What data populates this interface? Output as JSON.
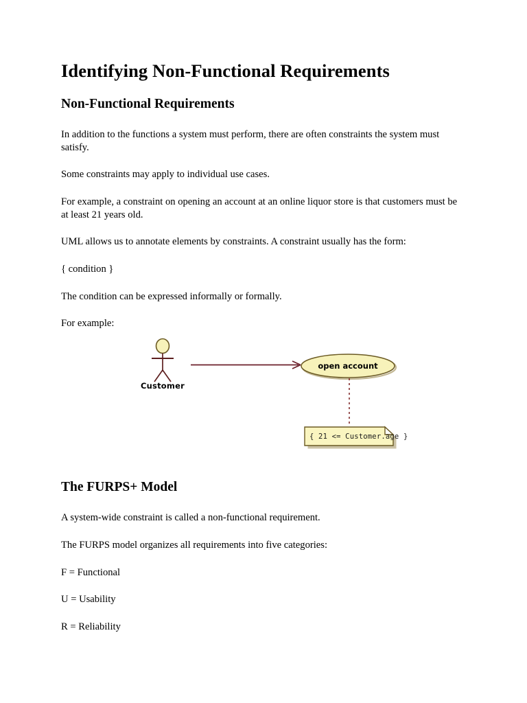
{
  "document": {
    "title": "Identifying Non-Functional Requirements",
    "sections": [
      {
        "heading": "Non-Functional Requirements",
        "paragraphs": [
          "In addition to the functions a system must perform, there are often constraints the system must satisfy.",
          "Some constraints may apply to individual use cases.",
          "For example, a constraint on opening an account at an online liquor store is that customers must be at least 21 years old.",
          "UML allows us to annotate elements by constraints. A constraint usually has the form:",
          "{ condition }",
          "The condition can be expressed informally or formally.",
          "For example:"
        ]
      },
      {
        "heading": "The FURPS+ Model",
        "paragraphs": [
          "A system-wide constraint is called a non-functional requirement.",
          "The FURPS model organizes all requirements into five categories:",
          "F = Functional",
          "U = Usability",
          "R = Reliability"
        ]
      }
    ]
  },
  "diagram": {
    "type": "uml-use-case",
    "actor": {
      "name": "Customer",
      "icon": "stick-figure-actor-icon"
    },
    "use_case": {
      "name": "open account"
    },
    "note": {
      "text": "{ 21 <= Customer.age }"
    },
    "relationships": [
      {
        "from": "Customer",
        "to": "open account",
        "style": "association-arrow"
      },
      {
        "from": "open account",
        "to": "{ 21 <= Customer.age }",
        "style": "dashed-dependency"
      }
    ],
    "colors": {
      "fill": "#f7f2ba",
      "stroke": "#7f6a2a",
      "line": "#6b1f2a",
      "note_fill": "#faf5c0",
      "shadow": "#8f7b3c"
    }
  }
}
